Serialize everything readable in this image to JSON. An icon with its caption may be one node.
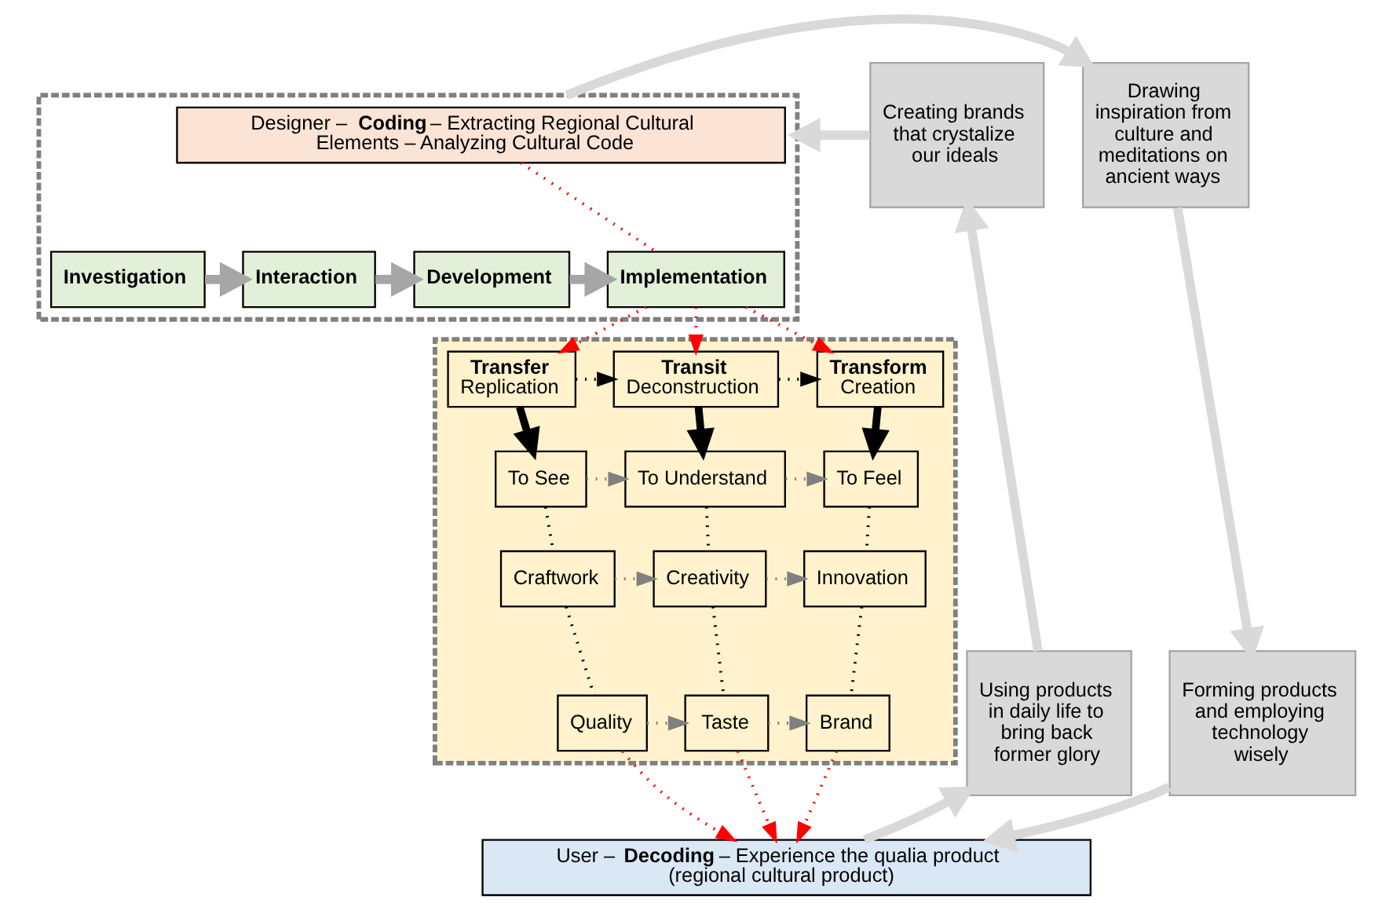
{
  "diagram": {
    "nodes": [
      {
        "text": [],
        "shape": "box"
      },
      {
        "text": [
          "Designer – **Coding** – Extracting Regional Cultural Elements – Analyzing Cultural Code"
        ],
        "in": 0
      },
      {
        "text": [
          "Investigation"
        ],
        "in": 0
      },
      {
        "text": [
          "Interaction"
        ],
        "in": 0
      },
      {
        "text": [
          "Development"
        ],
        "in": 0
      },
      {
        "text": [
          "Implementation"
        ],
        "in": 0
      },
      {
        "text": [],
        "shape": "box"
      },
      {
        "text": [
          "Transfer",
          "Replication"
        ],
        "in": 6
      },
      {
        "text": [
          "Transit",
          "Deconstruction"
        ],
        "in": 6
      },
      {
        "text": [
          "Transform",
          "Creation"
        ],
        "in": 6
      },
      {
        "text": [
          "To See"
        ],
        "in": 6
      },
      {
        "text": [
          "To Understand"
        ],
        "in": 6
      },
      {
        "text": [
          "To Feel"
        ],
        "in": 6
      },
      {
        "text": [
          "Craftwork"
        ],
        "in": 6
      },
      {
        "text": [
          "Creativity"
        ],
        "in": 6
      },
      {
        "text": [
          "Innovation"
        ],
        "in": 6
      },
      {
        "text": [
          "Quality"
        ],
        "in": 6
      },
      {
        "text": [
          "Taste"
        ],
        "in": 6
      },
      {
        "text": [
          "Brand"
        ],
        "in": 6
      },
      {
        "text": [
          "User – **Decoding** – Experience the qualia product (regional cultural product)"
        ]
      },
      {
        "text": [
          "Drawing inspiration from culture and meditations on ancient ways"
        ]
      },
      {
        "text": [
          "Forming products and employing technology wisely"
        ]
      },
      {
        "text": [
          "Using products in daily life to bring back former glory"
        ]
      },
      {
        "text": [
          "Creating brands that crystalize our ideals"
        ]
      }
    ],
    "edges": [
      {
        "from": 2,
        "to": 3,
        "arrow": "to",
        "style": "thick",
        "color": "#a6a6a6"
      },
      {
        "from": 3,
        "to": 4,
        "arrow": "to",
        "style": "thick",
        "color": "#a6a6a6"
      },
      {
        "from": 4,
        "to": 5,
        "arrow": "to",
        "style": "thick",
        "color": "#a6a6a6"
      },
      {
        "from": 1,
        "to": 5,
        "arrow": "none",
        "style": "dashed",
        "color": "#ff0000"
      },
      {
        "from": 5,
        "to": 7,
        "arrow": "to",
        "style": "dashed",
        "color": "#ff0000"
      },
      {
        "from": 5,
        "to": 8,
        "arrow": "to",
        "style": "dashed",
        "color": "#ff0000"
      },
      {
        "from": 5,
        "to": 9,
        "arrow": "to",
        "style": "dashed",
        "color": "#ff0000"
      },
      {
        "from": 7,
        "to": 8,
        "arrow": "to",
        "style": "dashed"
      },
      {
        "from": 8,
        "to": 9,
        "arrow": "to",
        "style": "dashed"
      },
      {
        "from": 7,
        "to": 10,
        "arrow": "to",
        "style": "thick"
      },
      {
        "from": 8,
        "to": 11,
        "arrow": "to",
        "style": "thick"
      },
      {
        "from": 9,
        "to": 12,
        "arrow": "to",
        "style": "thick"
      },
      {
        "from": 10,
        "to": 11,
        "arrow": "to",
        "style": "dashed",
        "color": "#808080"
      },
      {
        "from": 11,
        "to": 12,
        "arrow": "to",
        "style": "dashed",
        "color": "#808080"
      },
      {
        "from": 13,
        "to": 14,
        "arrow": "to",
        "style": "dashed",
        "color": "#808080"
      },
      {
        "from": 14,
        "to": 15,
        "arrow": "to",
        "style": "dashed",
        "color": "#808080"
      },
      {
        "from": 16,
        "to": 17,
        "arrow": "to",
        "style": "dashed",
        "color": "#808080"
      },
      {
        "from": 17,
        "to": 18,
        "arrow": "to",
        "style": "dashed",
        "color": "#808080"
      },
      {
        "from": 10,
        "to": 13,
        "arrow": "none",
        "style": "dashed"
      },
      {
        "from": 13,
        "to": 16,
        "arrow": "none",
        "style": "dashed"
      },
      {
        "from": 11,
        "to": 14,
        "arrow": "none",
        "style": "dashed"
      },
      {
        "from": 14,
        "to": 17,
        "arrow": "none",
        "style": "dashed"
      },
      {
        "from": 12,
        "to": 15,
        "arrow": "none",
        "style": "dashed"
      },
      {
        "from": 15,
        "to": 18,
        "arrow": "none",
        "style": "dashed"
      },
      {
        "from": 16,
        "to": 19,
        "arrow": "to",
        "style": "dashed",
        "color": "#ff0000"
      },
      {
        "from": 17,
        "to": 19,
        "arrow": "to",
        "style": "dashed",
        "color": "#ff0000"
      },
      {
        "from": 18,
        "to": 19,
        "arrow": "to",
        "style": "dashed",
        "color": "#ff0000"
      },
      {
        "from": 0,
        "to": 20,
        "arrow": "to",
        "style": "thick",
        "color": "#d9d9d9"
      },
      {
        "from": 20,
        "to": 21,
        "arrow": "to",
        "style": "thick",
        "color": "#d9d9d9"
      },
      {
        "from": 21,
        "to": 19,
        "arrow": "to",
        "style": "thick",
        "color": "#d9d9d9"
      },
      {
        "from": 19,
        "to": 22,
        "arrow": "to",
        "style": "thick",
        "color": "#d9d9d9"
      },
      {
        "from": 22,
        "to": 23,
        "arrow": "to",
        "style": "thick",
        "color": "#d9d9d9"
      },
      {
        "from": 23,
        "to": 0,
        "arrow": "to",
        "style": "thick",
        "color": "#d9d9d9"
      }
    ]
  }
}
